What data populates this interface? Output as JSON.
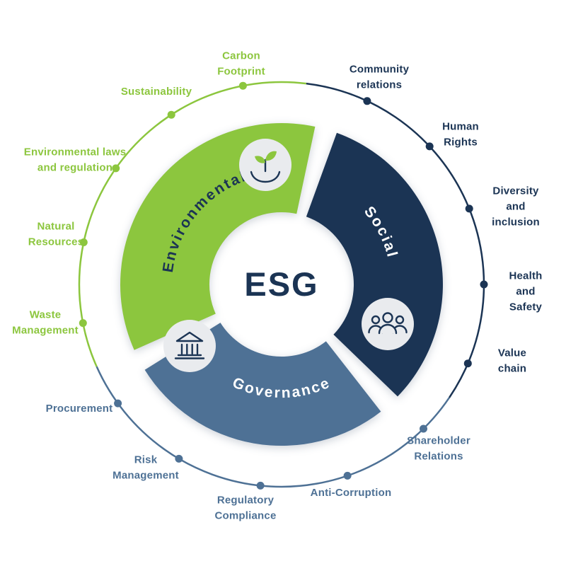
{
  "center": {
    "title": "ESG"
  },
  "segments": [
    {
      "id": "environmental",
      "label": "Environmental",
      "color": "#8CC63E",
      "icon": "plant-in-hand-icon",
      "text_color": "#1B3454"
    },
    {
      "id": "social",
      "label": "Social",
      "color": "#1B3454",
      "icon": "people-group-icon",
      "text_color": "#FFFFFF"
    },
    {
      "id": "governance",
      "label": "Governance",
      "color": "#4E7195",
      "icon": "bank-building-icon",
      "text_color": "#FFFFFF"
    }
  ],
  "satellites": {
    "environmental": [
      {
        "label": "Carbon\nFootprint"
      },
      {
        "label": "Sustainability"
      },
      {
        "label": "Environmental laws\nand regulation"
      },
      {
        "label": "Natural\nResources"
      },
      {
        "label": "Waste\nManagement"
      }
    ],
    "social": [
      {
        "label": "Community\nrelations"
      },
      {
        "label": "Human\nRights"
      },
      {
        "label": "Diversity and\ninclusion"
      },
      {
        "label": "Health and\nSafety"
      },
      {
        "label": "Value chain"
      }
    ],
    "governance": [
      {
        "label": "Shareholder\nRelations"
      },
      {
        "label": "Anti-Corruption"
      },
      {
        "label": "Regulatory\nCompliance"
      },
      {
        "label": "Risk\nManagement"
      },
      {
        "label": "Procurement"
      }
    ]
  },
  "palette": {
    "green": "#8CC63E",
    "navy": "#1B3454",
    "steel_blue": "#4E7195",
    "icon_circle": "#E9EBEE",
    "background": "#FFFFFF"
  }
}
